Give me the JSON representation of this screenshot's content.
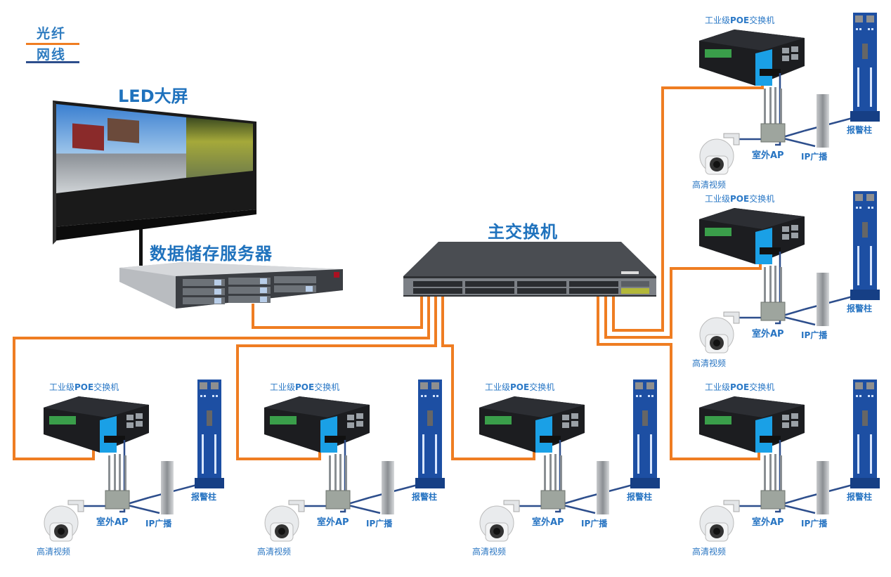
{
  "legend": {
    "items": [
      {
        "label": "光纤",
        "color": "#ef7d22",
        "meaning": "fiber"
      },
      {
        "label": "网线",
        "color": "#2d4e8c",
        "meaning": "ethernet"
      }
    ]
  },
  "colors": {
    "fiber": "#ef7d22",
    "ethernet": "#2d4e8c",
    "label_blue": "#1f72bd",
    "pillar_blue": "#1d4fa3",
    "poe_accent": "#1aa0e6"
  },
  "core": {
    "led_label_latin": "LED",
    "led_label_cn": "大屏",
    "server_label": "数据储存服务器",
    "switch_label": "主交换机"
  },
  "nodes": [
    {
      "id": "right-top",
      "poe_prefix": "工业级",
      "poe_bold": "POE",
      "poe_suffix": "交换机",
      "ap": "室外AP",
      "camera": "高清视频",
      "speaker": "IP广播",
      "pillar": "报警柱"
    },
    {
      "id": "right-mid",
      "poe_prefix": "工业级",
      "poe_bold": "POE",
      "poe_suffix": "交换机",
      "ap": "室外AP",
      "camera": "高清视频",
      "speaker": "IP广播",
      "pillar": "报警柱"
    },
    {
      "id": "right-bottom",
      "poe_prefix": "工业级",
      "poe_bold": "POE",
      "poe_suffix": "交换机",
      "ap": "室外AP",
      "camera": "高清视频",
      "speaker": "IP广播",
      "pillar": "报警柱"
    },
    {
      "id": "bottom-1",
      "poe_prefix": "工业级",
      "poe_bold": "POE",
      "poe_suffix": "交换机",
      "ap": "室外AP",
      "camera": "高清视频",
      "speaker": "IP广播",
      "pillar": "报警柱"
    },
    {
      "id": "bottom-2",
      "poe_prefix": "工业级",
      "poe_bold": "POE",
      "poe_suffix": "交换机",
      "ap": "室外AP",
      "camera": "高清视频",
      "speaker": "IP广播",
      "pillar": "报警柱"
    },
    {
      "id": "bottom-3",
      "poe_prefix": "工业级",
      "poe_bold": "POE",
      "poe_suffix": "交换机",
      "ap": "室外AP",
      "camera": "高清视频",
      "speaker": "IP广播",
      "pillar": "报警柱"
    }
  ],
  "links": [
    {
      "from": "主交换机",
      "to": "数据储存服务器",
      "type": "fiber"
    },
    {
      "from": "主交换机",
      "to": "bottom-1",
      "type": "fiber"
    },
    {
      "from": "主交换机",
      "to": "bottom-2",
      "type": "fiber"
    },
    {
      "from": "主交换机",
      "to": "bottom-3",
      "type": "fiber"
    },
    {
      "from": "主交换机",
      "to": "right-top",
      "type": "fiber"
    },
    {
      "from": "主交换机",
      "to": "right-mid",
      "type": "fiber"
    },
    {
      "from": "主交换机",
      "to": "right-bottom",
      "type": "fiber"
    },
    {
      "from": "LED大屏",
      "to": "数据储存服务器",
      "type": "cable"
    }
  ]
}
